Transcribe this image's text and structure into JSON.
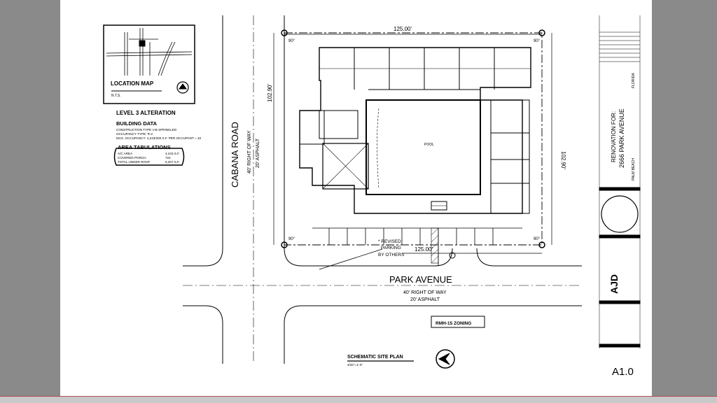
{
  "location_map": {
    "title": "LOCATION MAP",
    "scale": "N.T.S."
  },
  "building": {
    "alteration_title": "LEVEL 3 ALTERATION",
    "data_title": "BUILDING DATA",
    "data_lines": [
      "CONSTRUCTION TYPE V-B SPRINKLED",
      "OCCUPANCY TYPE: R-2",
      "MAX. OCCUPANCY: 4,243/200 S.F. PER OCCUPANT = 32"
    ],
    "area_title": "AREA TABULATIONS",
    "area_rows": [
      {
        "label": "A/C AREA",
        "value": "4,243 S.F."
      },
      {
        "label": "COVERED PORCH",
        "value": "724"
      },
      {
        "label": "TOTAL UNDER ROOF",
        "value": "5,207 S.F."
      }
    ]
  },
  "site": {
    "dim_top": "125.00'",
    "dim_bottom": "125.00'",
    "dim_left": "102.90'",
    "dim_right": "102.90'",
    "angle_tl": "90°",
    "angle_tr": "90°",
    "angle_bl": "90°",
    "angle_br": "90°",
    "road_west": "CABANA ROAD",
    "road_west_row": "40' RIGHT OF WAY",
    "road_west_asphalt": "20' ASPHALT",
    "road_south": "PARK AVENUE",
    "road_south_row": "40' RIGHT OF WAY",
    "road_south_asphalt": "20' ASPHALT",
    "zoning": "RMH-15 ZONING",
    "revised_parking": [
      "* REVISED",
      "PARKING",
      "BY OTHERS"
    ],
    "pool_label": "POOL"
  },
  "drawing": {
    "title": "SCHEMATIC SITE PLAN",
    "scale": "3/32\"=1'-0\"",
    "sheet_number": "A1.0"
  },
  "title_block": {
    "line1": "RENOVATION FOR:",
    "line2": "2666 PARK AVENUE",
    "city": "PALM BEACH",
    "state": "FLORIDA",
    "logo": "AJD"
  }
}
